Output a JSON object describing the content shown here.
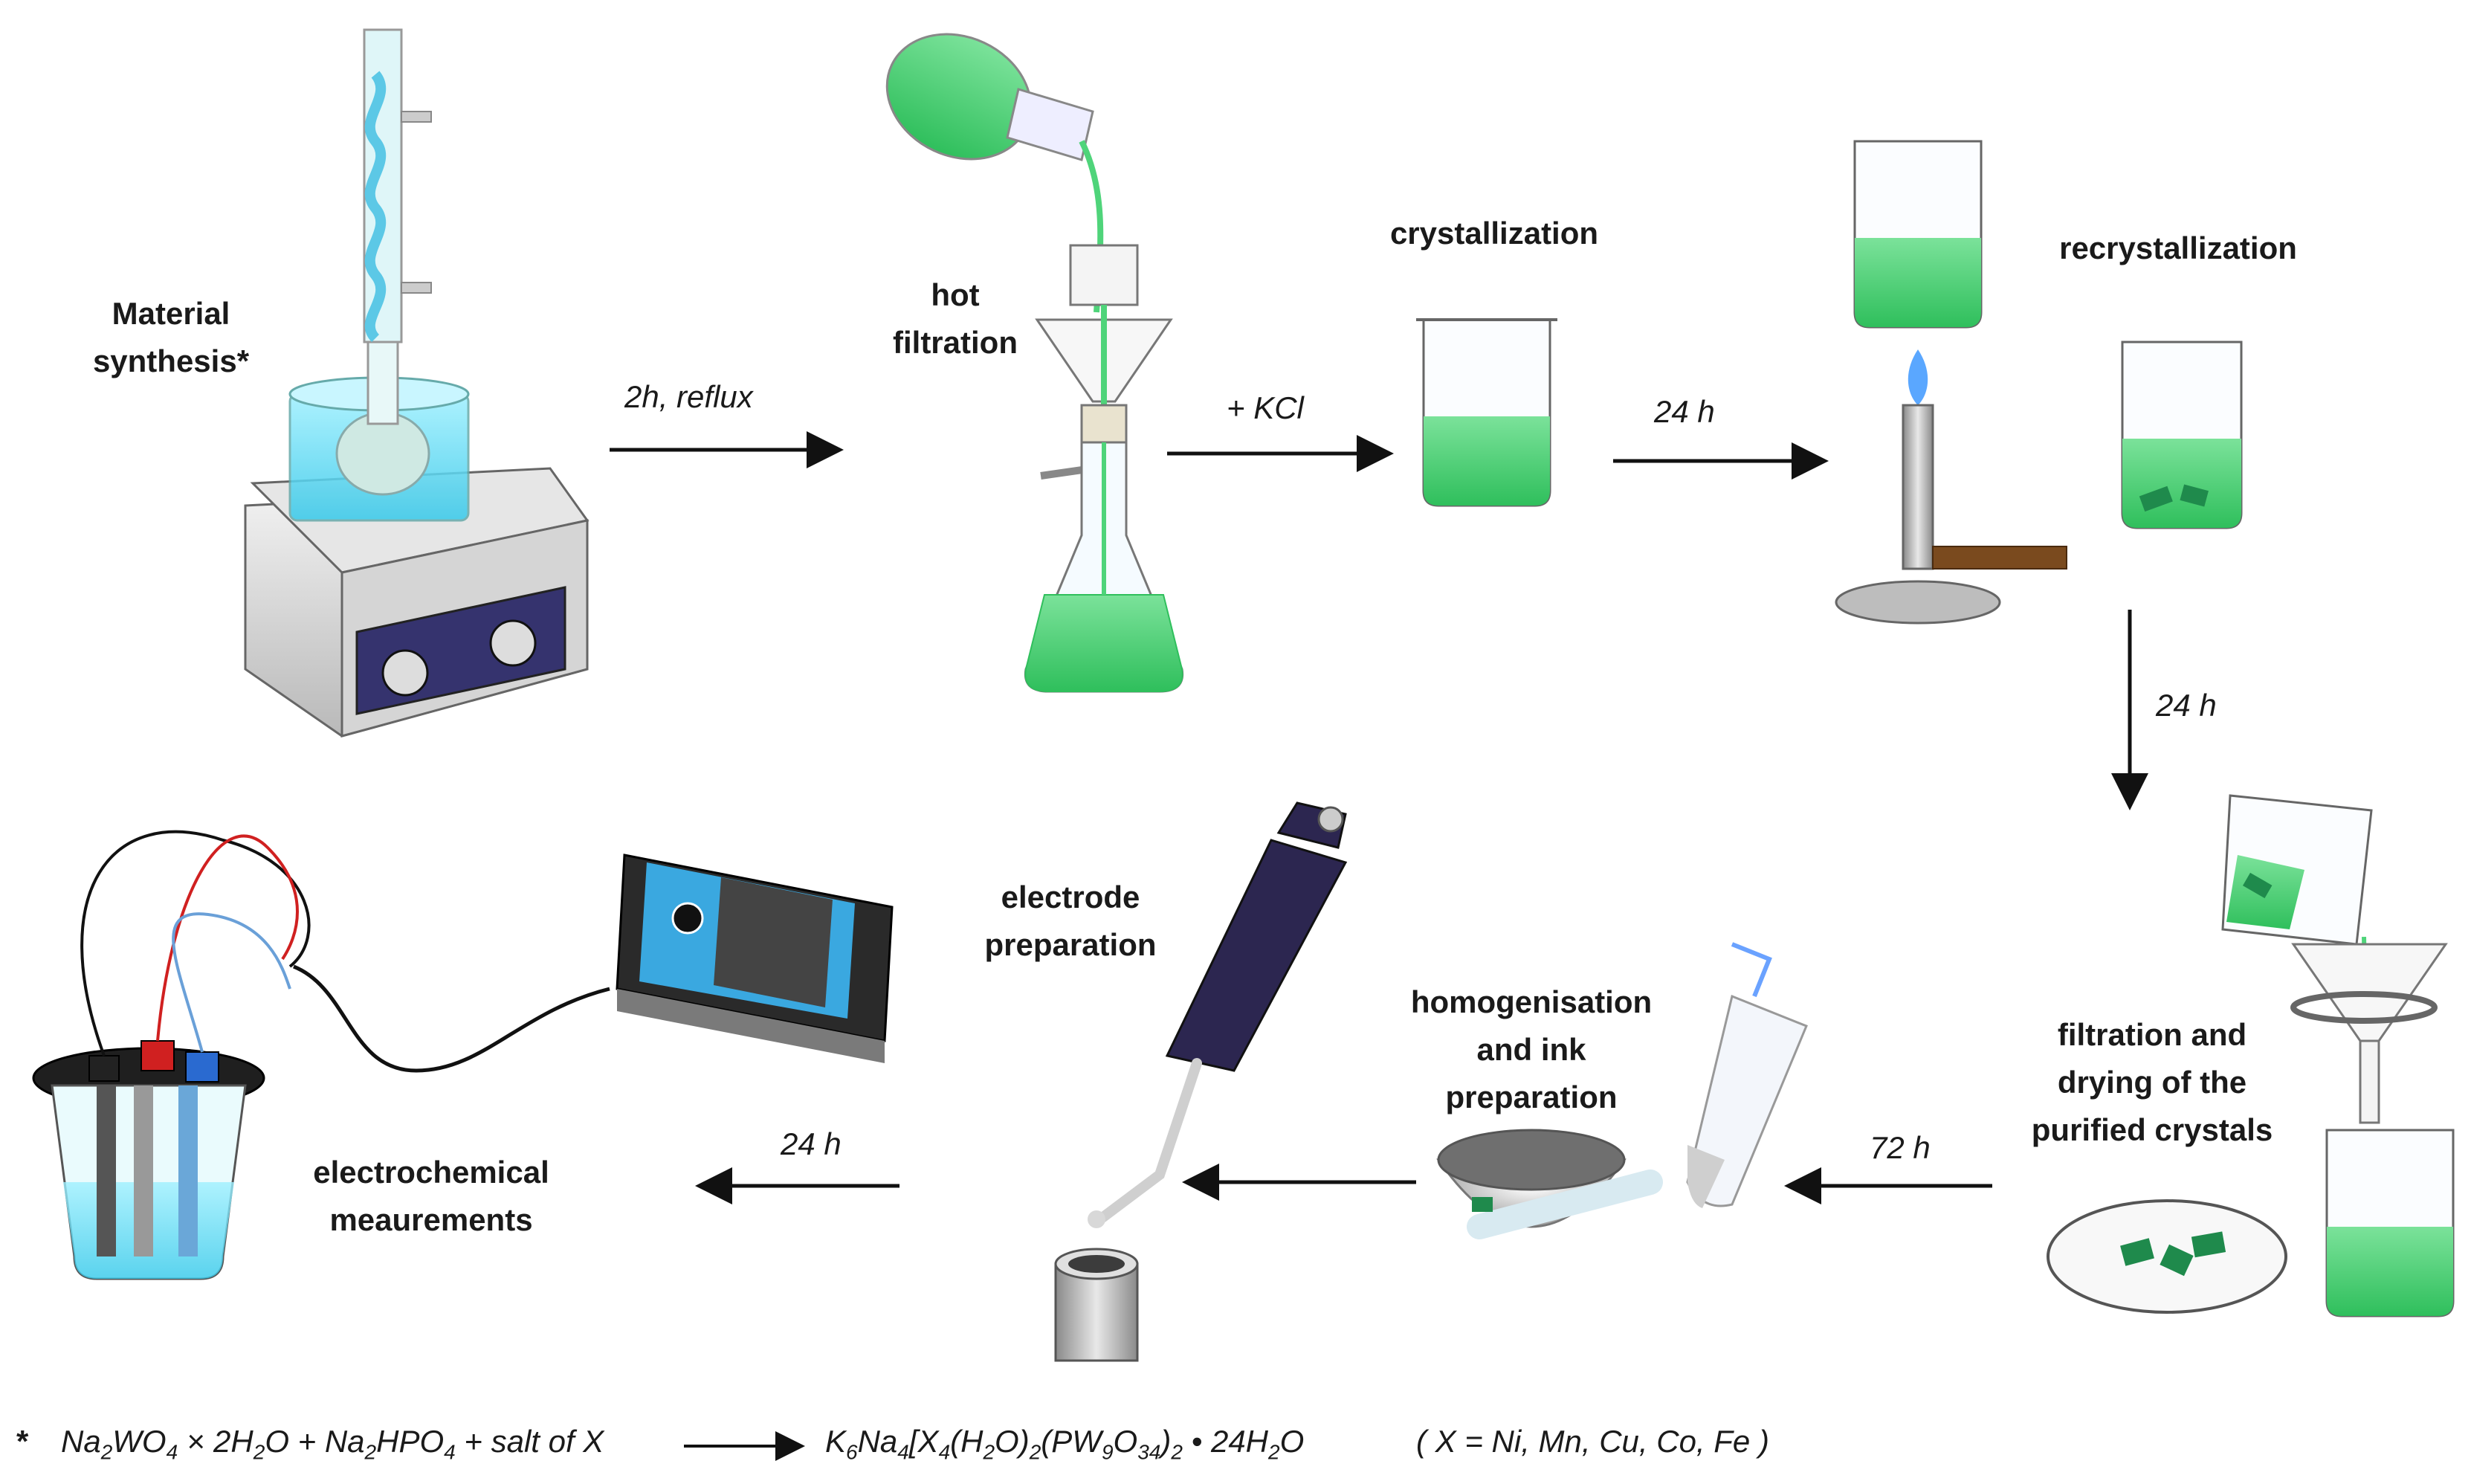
{
  "steps": {
    "synthesis": [
      "Material",
      "synthesis*"
    ],
    "hot_filtration": [
      "hot",
      "filtration"
    ],
    "crystallization": [
      "crystallization"
    ],
    "recrystallization": [
      "recrystallization"
    ],
    "filtration_drying": [
      "filtration and",
      "drying of the",
      "purified crystals"
    ],
    "homogenisation": [
      "homogenisation",
      "and ink",
      "preparation"
    ],
    "electrode_prep": [
      "electrode",
      "preparation"
    ],
    "electrochem": [
      "electrochemical",
      "meaurements"
    ]
  },
  "conditions": {
    "reflux": "2h, reflux",
    "kcl": "+ KCl",
    "t24a": "24 h",
    "t24b": "24 h",
    "t72": "72 h",
    "t24c": "24 h"
  },
  "equation": {
    "star": "*",
    "r1": "Na",
    "r1s1": "2",
    "r1b": "WO",
    "r1s2": "4",
    "r1c": " × 2H",
    "r1s3": "2",
    "r1d": "O + Na",
    "r1s4": "2",
    "r1e": "HPO",
    "r1s5": "4",
    "r1f": " + salt of X",
    "p1": "K",
    "p1s1": "6",
    "p1b": "Na",
    "p1s2": "4",
    "p1c": "[X",
    "p1s3": "4",
    "p1d": "(H",
    "p1s4": "2",
    "p1e": "O)",
    "p1s5": "2",
    "p1f": "(PW",
    "p1s6": "9",
    "p1g": "O",
    "p1s7": "34",
    "p1h": ")",
    "p1s8": "2",
    "p1i": " • 24H",
    "p1s9": "2",
    "p1j": "O",
    "note": "( X = Ni, Mn, Cu, Co, Fe )"
  },
  "colors": {
    "solution_green": "#3fcf6a",
    "cool_water": "#5fd8ee",
    "crystal_green": "#1f8a4c",
    "device_blue": "#3aa8e0",
    "pipette_purple": "#2c2650"
  }
}
